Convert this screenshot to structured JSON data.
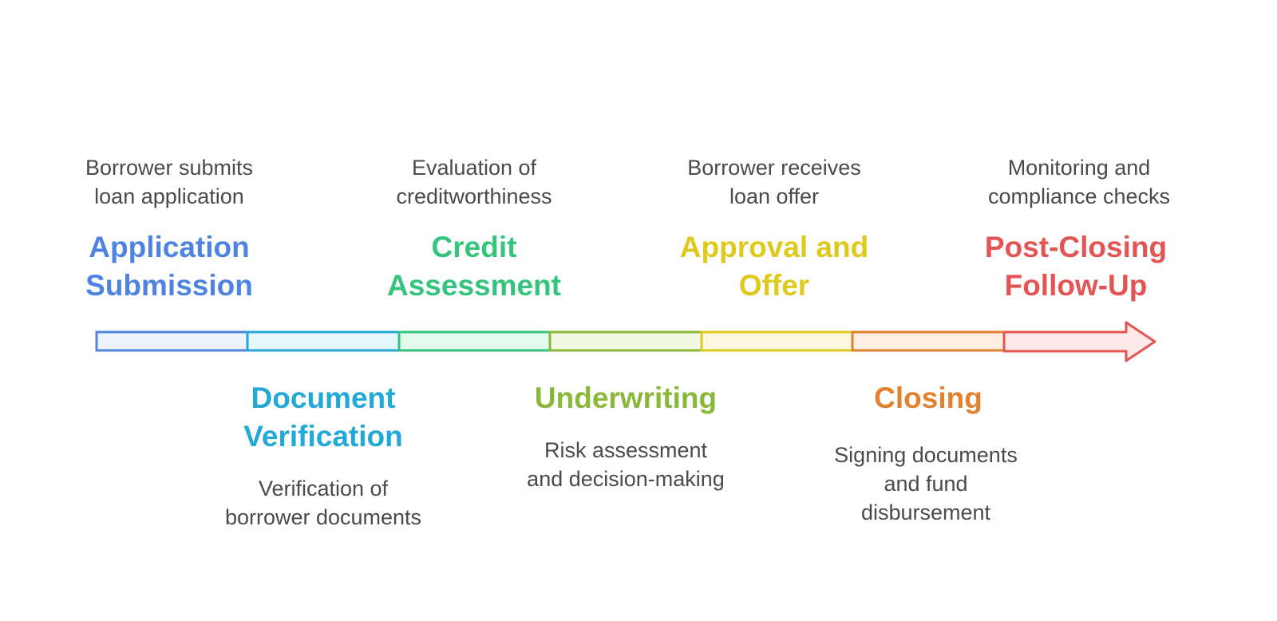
{
  "steps": [
    {
      "title": "Application\nSubmission",
      "desc": "Borrower submits\nloan application",
      "color": "#4f83e2",
      "fill": "#edf3fd"
    },
    {
      "title": "Document\nVerification",
      "desc": "Verification of\nborrower documents",
      "color": "#22a9d8",
      "fill": "#e6f7fc"
    },
    {
      "title": "Credit\nAssessment",
      "desc": "Evaluation of\ncreditworthiness",
      "color": "#34c47c",
      "fill": "#e3faee"
    },
    {
      "title": "Underwriting",
      "desc": "Risk assessment\nand decision-making",
      "color": "#8ab83a",
      "fill": "#f1f9e3"
    },
    {
      "title": "Approval and\nOffer",
      "desc": "Borrower receives\nloan offer",
      "color": "#e0c91d",
      "fill": "#fcf8df"
    },
    {
      "title": "Closing",
      "desc": "Signing documents\nand fund\ndisbursement",
      "color": "#e2822f",
      "fill": "#fdefe3"
    },
    {
      "title": "Post-Closing\nFollow-Up",
      "desc": "Monitoring and\ncompliance checks",
      "color": "#e35555",
      "fill": "#fde8e8"
    }
  ]
}
